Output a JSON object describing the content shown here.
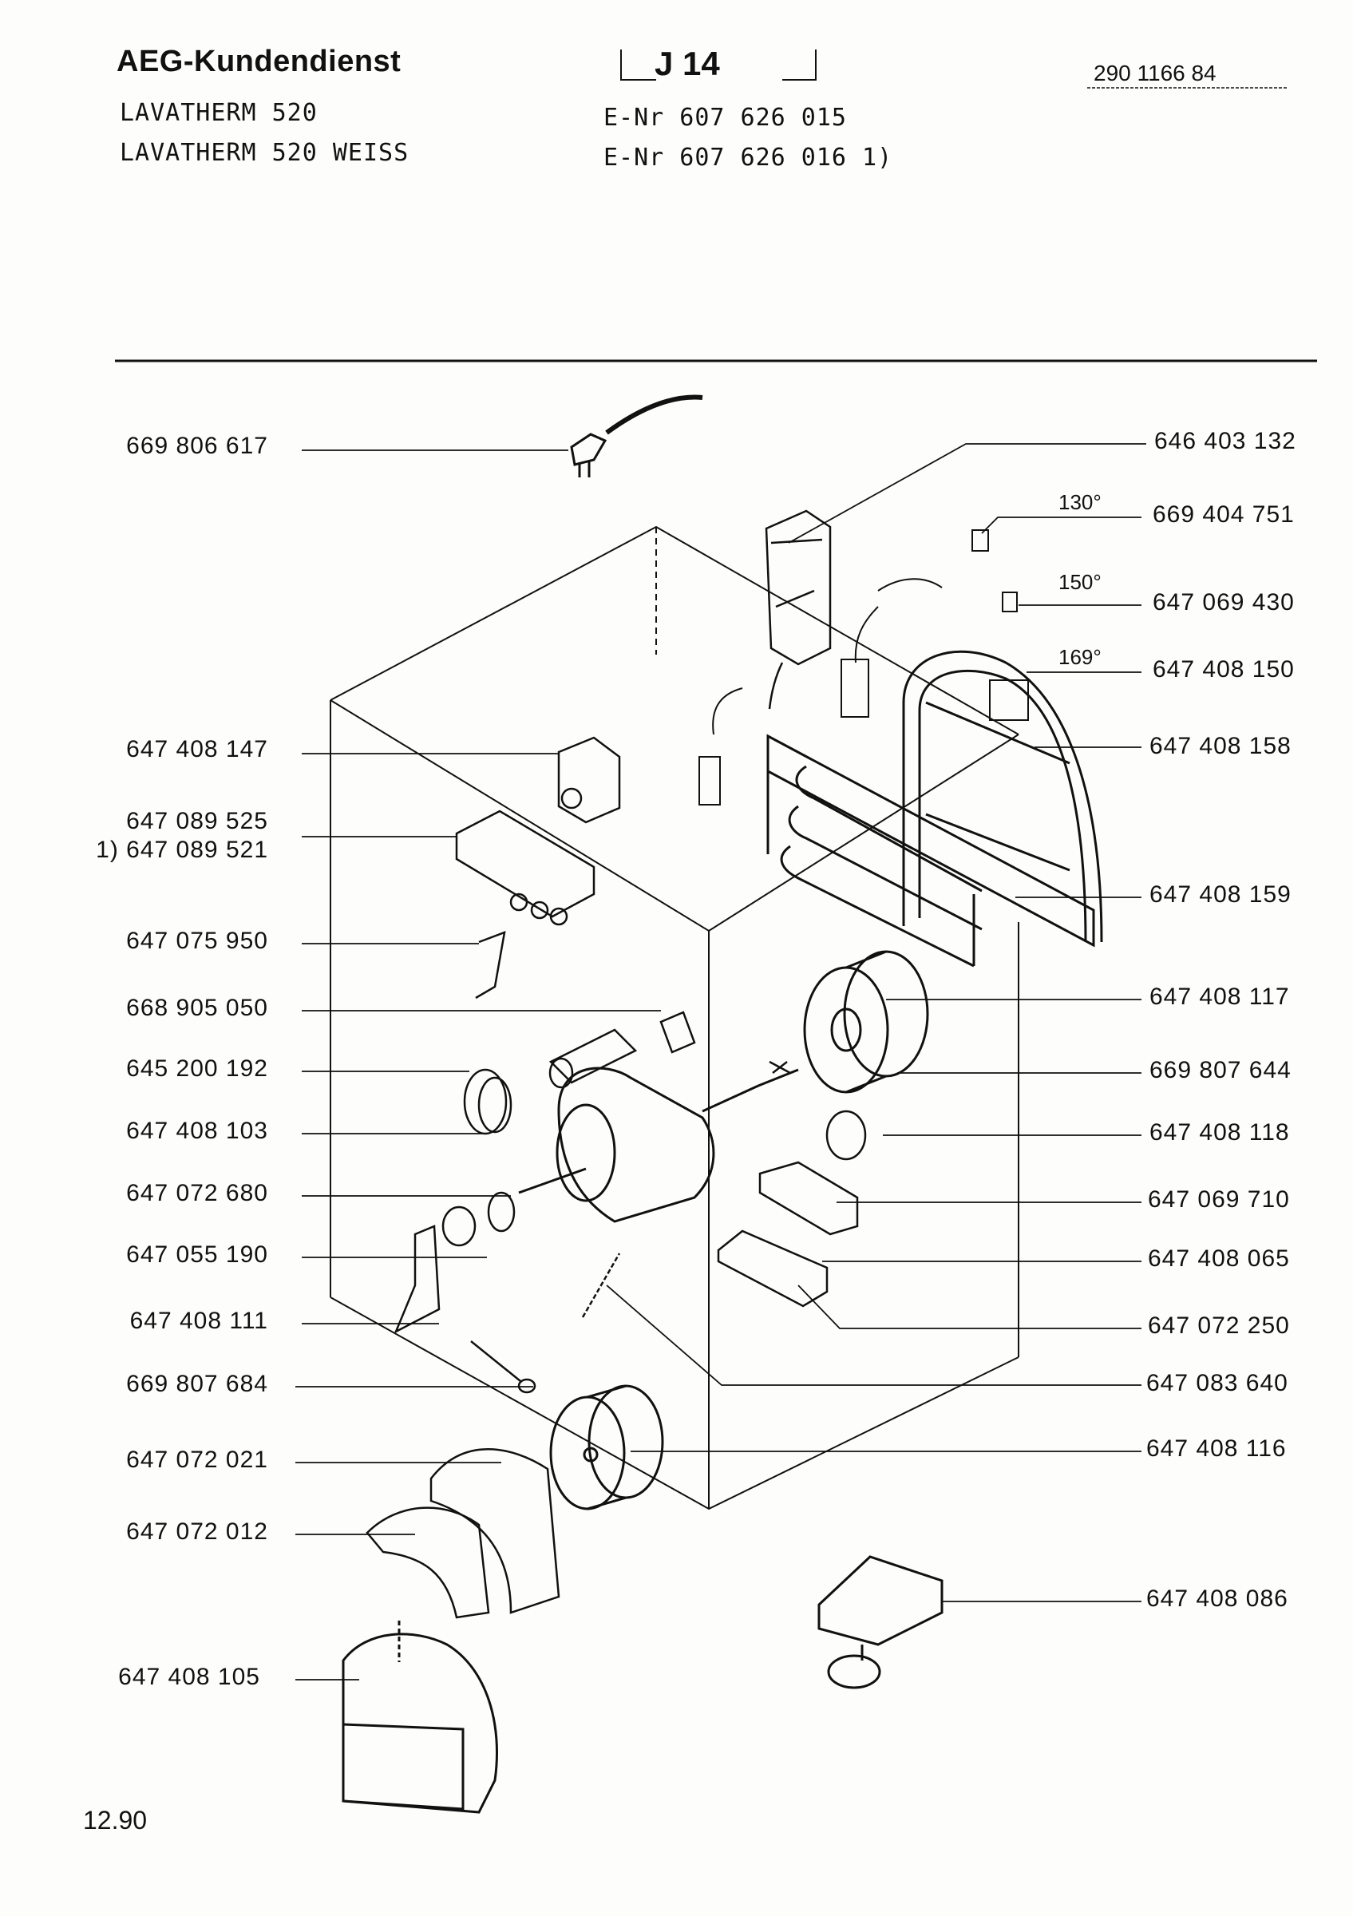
{
  "header": {
    "brand": "AEG-Kundendienst",
    "models": [
      "LAVATHERM 520",
      "LAVATHERM 520 WEISS"
    ],
    "section": "J 14",
    "enr_lines": [
      "E-Nr 607 626 015",
      "E-Nr 607 626 016 1)"
    ],
    "doc_number": "290 1166 84"
  },
  "footer": {
    "date": "12.90"
  },
  "parts_left": [
    "669 806 617",
    "647 408 147",
    "647 089 525",
    "1) 647 089 521",
    "647 075 950",
    "668 905 050",
    "645 200 192",
    "647 408 103",
    "647 072 680",
    "647 055 190",
    "647 408 111",
    "669 807 684",
    "647 072 021",
    "647 072 012",
    "647 408 105"
  ],
  "parts_right": [
    "646 403 132",
    "669 404 751",
    "647 069 430",
    "647 408 150",
    "647 408 158",
    "647 408 159",
    "647 408 117",
    "669 807 644",
    "647 408 118",
    "647 069 710",
    "647 408 065",
    "647 072 250",
    "647 083 640",
    "647 408 116",
    "647 408 086"
  ],
  "thermostat_temps": [
    "130°",
    "150°",
    "169°"
  ]
}
